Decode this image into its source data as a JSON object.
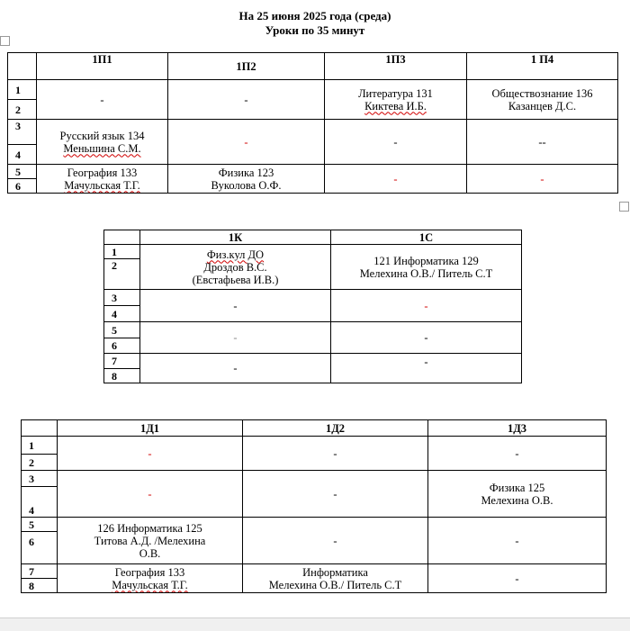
{
  "header": {
    "line1": "На 25 июня 2025 года (среда)",
    "line2": "Уроки по 35 минут"
  },
  "table1": {
    "headers": [
      "1П1",
      "1П2",
      "1П3",
      "1 П4"
    ],
    "r12": [
      {
        "a": "-",
        "b": ""
      },
      {
        "a": "-",
        "b": ""
      },
      {
        "a": "Литература 131",
        "b": "Киктева И.Б."
      },
      {
        "a": "Обществознание 136",
        "b": "Казанцев Д.С."
      }
    ],
    "r34": [
      {
        "a": "Русский язык 134",
        "b": "Меньшина С.М."
      },
      {
        "a": "-",
        "b": ""
      },
      {
        "a": "-",
        "b": ""
      },
      {
        "a": "--",
        "b": ""
      }
    ],
    "r56": [
      {
        "a": "География 133",
        "b": "Мачульская Т.Г."
      },
      {
        "a": "Физика 123",
        "b": "Вуколова О.Ф."
      },
      {
        "a": "-",
        "b": ""
      },
      {
        "a": "-",
        "b": ""
      }
    ]
  },
  "table2": {
    "headers": [
      "1К",
      "1С"
    ],
    "r12": [
      {
        "a": "Физ.кул ДО",
        "b": "Дроздов В.С.",
        "c": "(Евстафьева И.В.)"
      },
      {
        "a": "121 Информатика 129",
        "b": "Мелехина О.В./ Питель С.Т"
      }
    ],
    "r34": [
      "-",
      "-"
    ],
    "r56": [
      "-",
      "-"
    ],
    "r78": [
      "-",
      "-"
    ]
  },
  "table3": {
    "headers": [
      "1Д1",
      "1Д2",
      "1Д3"
    ],
    "r12": [
      "-",
      "-",
      "-"
    ],
    "r34": [
      {
        "a": "-",
        "b": ""
      },
      {
        "a": "-",
        "b": ""
      },
      {
        "a": "Физика 125",
        "b": "Мелехина О.В."
      }
    ],
    "r56": [
      {
        "a": "126 Информатика 125",
        "b": "Титова А.Д. /Мелехина",
        "c": "О.В."
      },
      {
        "a": "-",
        "b": ""
      },
      {
        "a": "-",
        "b": ""
      }
    ],
    "r78": [
      {
        "a": "География 133",
        "b": "Мачульская Т.Г."
      },
      {
        "a": "Информатика",
        "b": "Мелехина О.В./ Питель С.Т"
      },
      {
        "a": "-",
        "b": ""
      }
    ]
  },
  "row_numbers": [
    "1",
    "2",
    "3",
    "4",
    "5",
    "6",
    "7",
    "8"
  ]
}
